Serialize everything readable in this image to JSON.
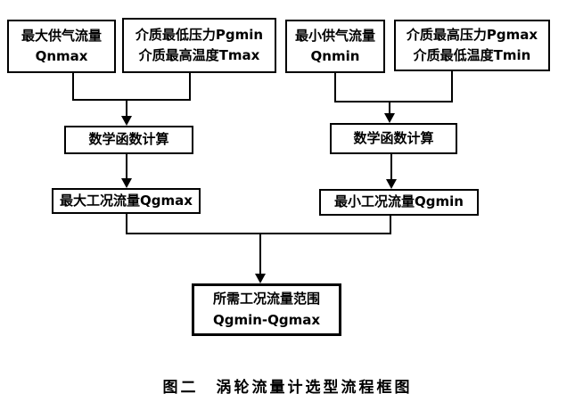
{
  "diagram": {
    "caption": "图二　涡轮流量计选型流程框图",
    "colors": {
      "border": "#000000",
      "background": "#ffffff",
      "text": "#000000"
    },
    "nodes": {
      "qnmax": {
        "line1": "最大供气流量",
        "line2": "Qnmax"
      },
      "pgmin_tmax": {
        "line1": "介质最低压力Pgmin",
        "line2": "介质最高温度Tmax"
      },
      "qnmin": {
        "line1": "最小供气流量",
        "line2": "Qnmin"
      },
      "pgmax_tmin": {
        "line1": "介质最高压力Pgmax",
        "line2": "介质最低温度Tmin"
      },
      "calc_left": {
        "label": "数学函数计算"
      },
      "calc_right": {
        "label": "数学函数计算"
      },
      "qgmax": {
        "label": "最大工况流量Qgmax"
      },
      "qgmin": {
        "label": "最小工况流量Qgmin"
      },
      "result": {
        "line1": "所需工况流量范围",
        "line2": "Qgmin-Qgmax"
      }
    }
  }
}
